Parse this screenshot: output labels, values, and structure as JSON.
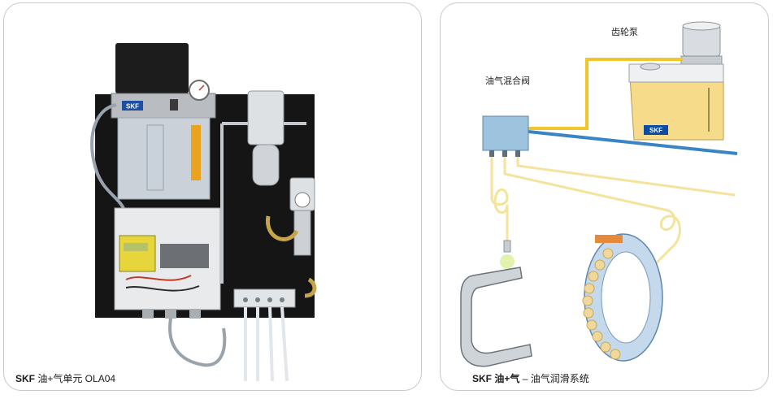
{
  "left": {
    "caption_brand": "SKF",
    "caption_text": "油+气单元 OLA04",
    "logo_text": "SKF"
  },
  "right": {
    "caption_brand": "SKF 油+气",
    "caption_text": "– 油气润滑系统",
    "label_pump": "齿轮泵",
    "label_valve": "油气混合阀",
    "logo_text": "SKF"
  },
  "colors": {
    "oil_line": "#f1c62d",
    "air_line": "#3a84c5",
    "board": "#141414",
    "reservoir": "#f6dc8a",
    "valve": "#9ec3df",
    "skf_blue": "#0a4da2"
  }
}
